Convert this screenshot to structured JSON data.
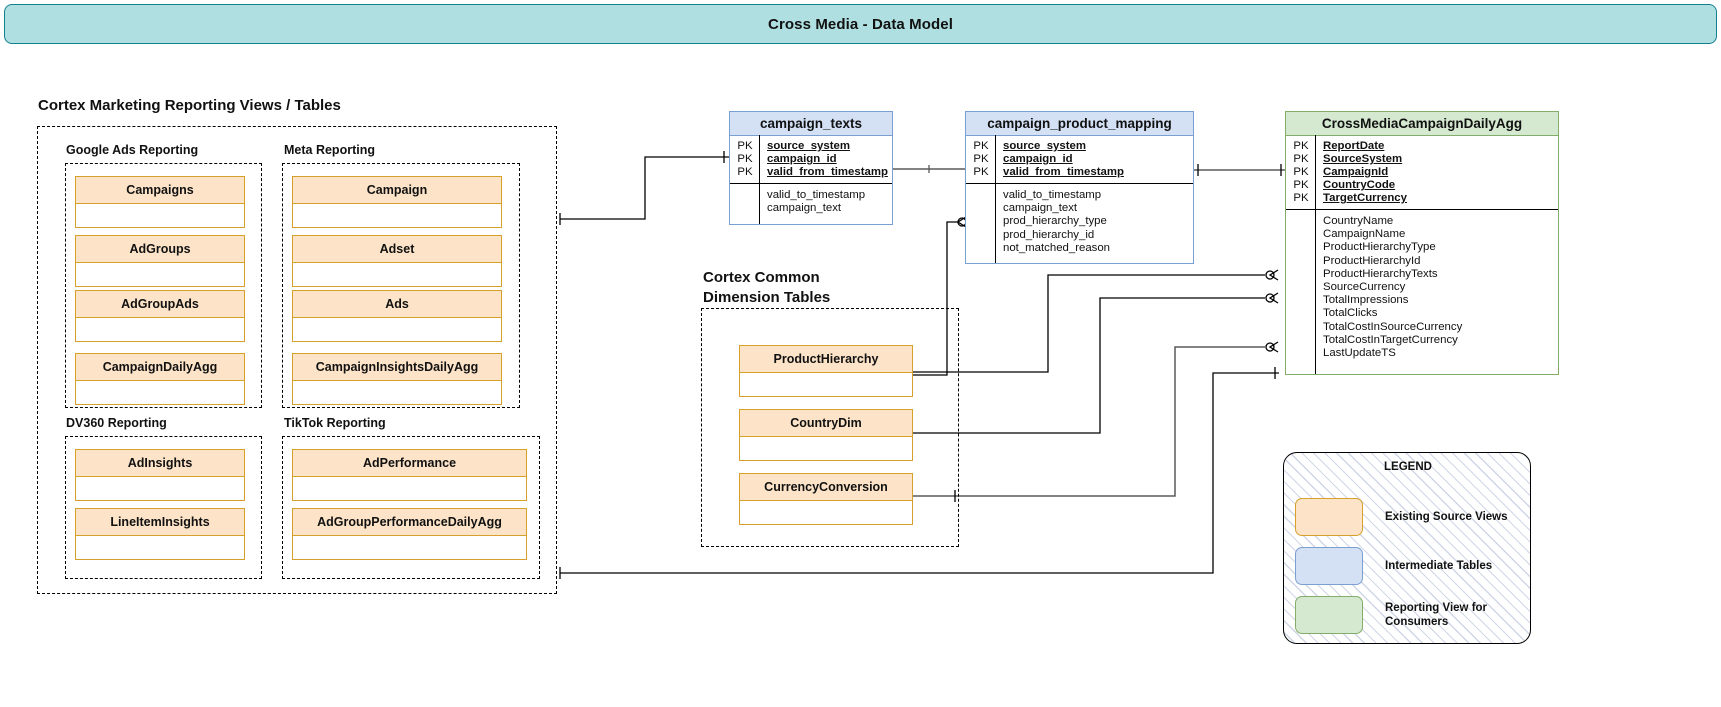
{
  "title": "Cross Media - Data Model",
  "sections": {
    "left": {
      "caption": "Cortex Marketing Reporting Views / Tables",
      "groups": [
        {
          "caption": "Google Ads Reporting",
          "tables": [
            "Campaigns",
            "AdGroups",
            "AdGroupAds",
            "CampaignDailyAgg"
          ]
        },
        {
          "caption": "Meta Reporting",
          "tables": [
            "Campaign",
            "Adset",
            "Ads",
            "CampaignInsightsDailyAgg"
          ]
        },
        {
          "caption": "DV360 Reporting",
          "tables": [
            "AdInsights",
            "LineItemInsights"
          ]
        },
        {
          "caption": "TikTok Reporting",
          "tables": [
            "AdPerformance",
            "AdGroupPerformanceDailyAgg"
          ]
        }
      ]
    },
    "dimensions": {
      "caption_line1": "Cortex Common",
      "caption_line2": "Dimension Tables",
      "tables": [
        "ProductHierarchy",
        "CountryDim",
        "CurrencyConversion"
      ]
    }
  },
  "entities": [
    {
      "name": "campaign_texts",
      "style": "blue",
      "keys": [
        "PK",
        "PK",
        "PK"
      ],
      "key_fields": [
        "source_system",
        "campaign_id",
        "valid_from_timestamp"
      ],
      "attributes": [
        "valid_to_timestamp",
        "campaign_text"
      ]
    },
    {
      "name": "campaign_product_mapping",
      "style": "blue",
      "keys": [
        "PK",
        "PK",
        "PK"
      ],
      "key_fields": [
        "source_system",
        "campaign_id",
        "valid_from_timestamp"
      ],
      "attributes": [
        "valid_to_timestamp",
        "campaign_text",
        "prod_hierarchy_type",
        "prod_hierarchy_id",
        "not_matched_reason"
      ]
    },
    {
      "name": "CrossMediaCampaignDailyAgg",
      "style": "green",
      "keys": [
        "PK",
        "PK",
        "PK",
        "PK",
        "PK"
      ],
      "key_fields": [
        "ReportDate",
        "SourceSystem",
        "CampaignId",
        "CountryCode",
        "TargetCurrency"
      ],
      "attributes": [
        "CountryName",
        "CampaignName",
        "ProductHierarchyType",
        "ProductHierarchyId",
        "ProductHierarchyTexts",
        "SourceCurrency",
        "TotalImpressions",
        "TotalClicks",
        "TotalCostInSourceCurrency",
        "TotalCostInTargetCurrency",
        "LastUpdateTS"
      ]
    }
  ],
  "legend": {
    "title": "LEGEND",
    "items": [
      {
        "label": "Existing Source Views",
        "color": "#fde4c8",
        "border": "#d6a02a"
      },
      {
        "label": "Intermediate Tables",
        "color": "#d4e1f5",
        "border": "#7a9fd1"
      },
      {
        "label": "Reporting View for Consumers",
        "color": "#d5e8d0",
        "border": "#82ad6a"
      }
    ]
  },
  "colors": {
    "banner_fill": "#b0dfe1",
    "banner_border": "#12808e",
    "source_fill": "#fde4c8",
    "source_border": "#d6a02a",
    "intermediate_fill": "#d4e1f5",
    "intermediate_border": "#7a9fd1",
    "reporting_fill": "#d5e8d0",
    "reporting_border": "#82ad6a"
  }
}
